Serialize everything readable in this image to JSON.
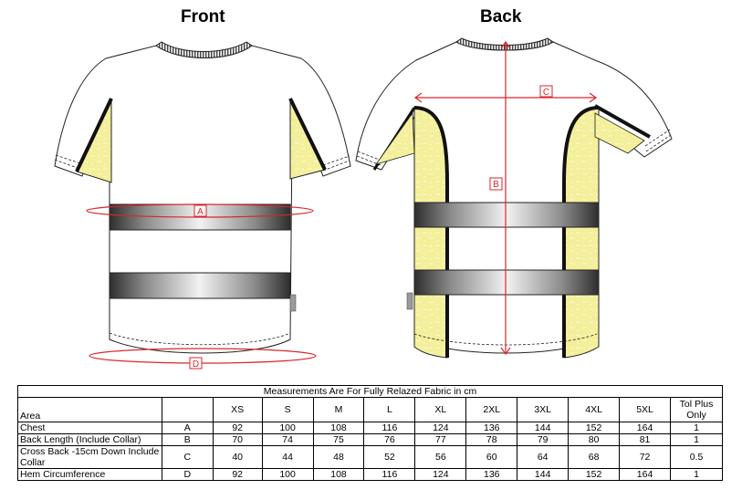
{
  "views": {
    "front_title": "Front",
    "back_title": "Back"
  },
  "markers": {
    "A": "A",
    "B": "B",
    "C": "C",
    "D": "D"
  },
  "table": {
    "caption": "Measurements Are For Fully Relazed Fabric in cm",
    "area_header": "Area",
    "sizes": [
      "XS",
      "S",
      "M",
      "L",
      "XL",
      "2XL",
      "3XL",
      "4XL",
      "5XL"
    ],
    "tol_header": "Tol Plus Only",
    "rows": [
      {
        "area": "Chest",
        "letter": "A",
        "values": [
          "92",
          "100",
          "108",
          "116",
          "124",
          "136",
          "144",
          "152",
          "164"
        ],
        "tol": "1"
      },
      {
        "area": "Back Length (Include Collar)",
        "letter": "B",
        "values": [
          "70",
          "74",
          "75",
          "76",
          "77",
          "78",
          "79",
          "80",
          "81"
        ],
        "tol": "1"
      },
      {
        "area": "Cross Back -15cm Down Include Collar",
        "letter": "C",
        "values": [
          "40",
          "44",
          "48",
          "52",
          "56",
          "60",
          "64",
          "68",
          "72"
        ],
        "tol": "0.5"
      },
      {
        "area": "Hem Circumference",
        "letter": "D",
        "values": [
          "92",
          "100",
          "108",
          "116",
          "124",
          "136",
          "144",
          "152",
          "164"
        ],
        "tol": "1"
      }
    ]
  },
  "colors": {
    "accent_line": "#d9262c",
    "panel_yellow": "#f3ef9a",
    "tape_grey": "#7a7a7a"
  }
}
